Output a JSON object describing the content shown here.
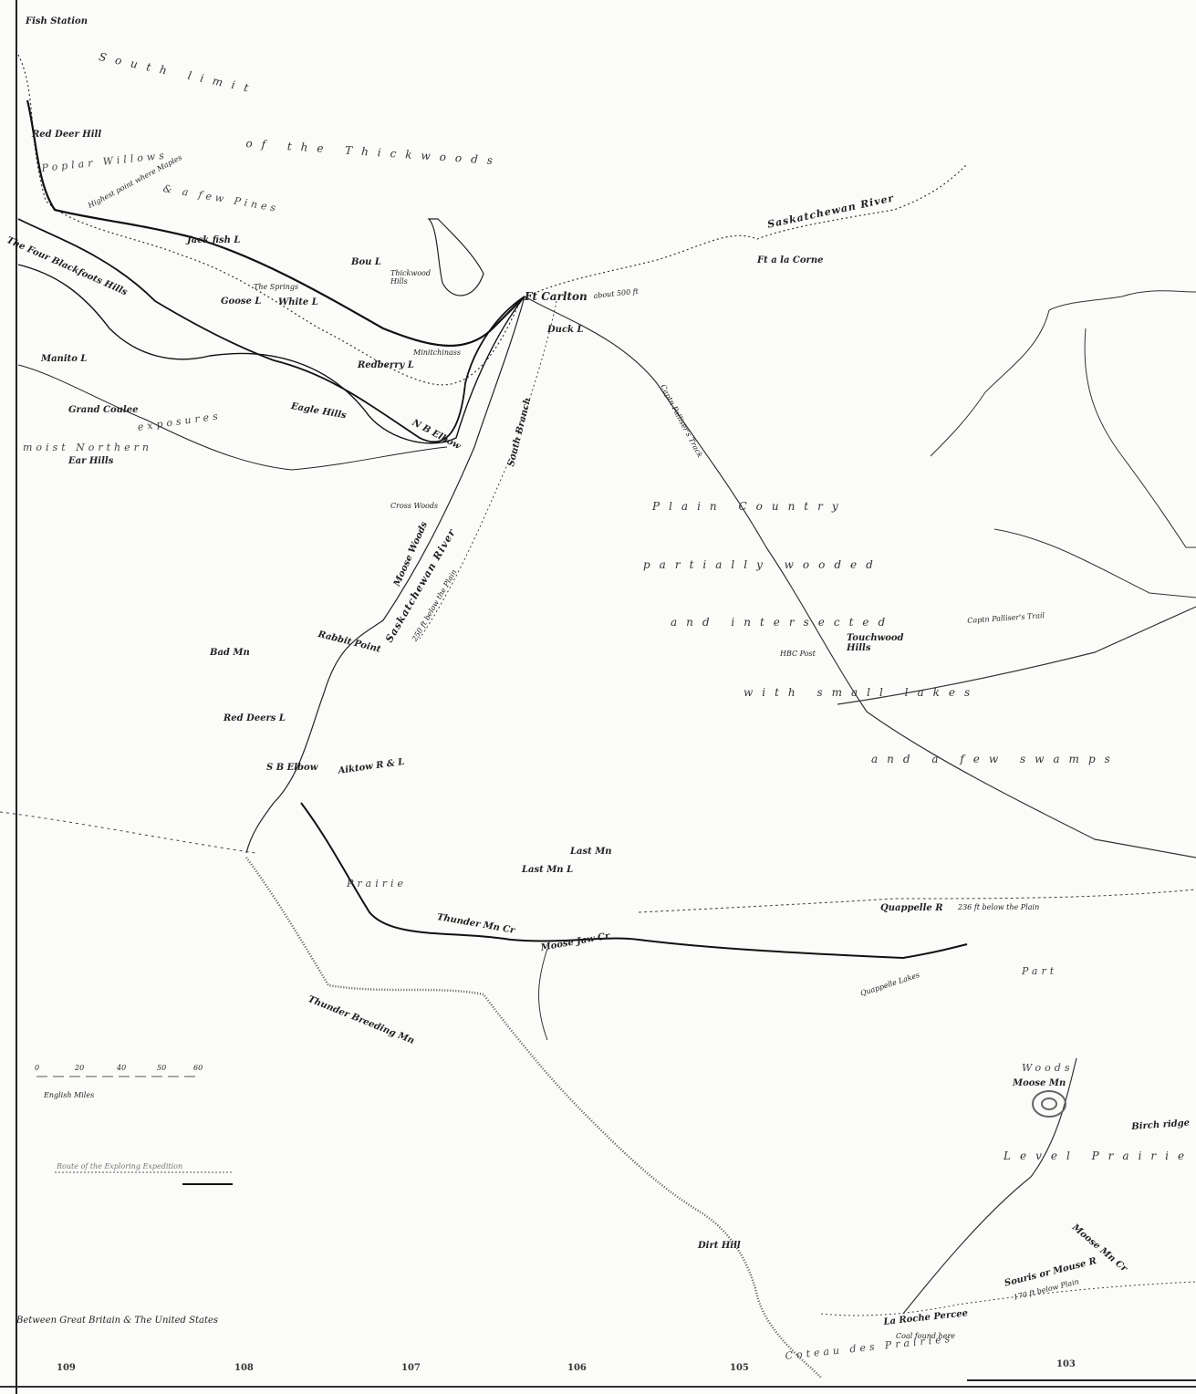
{
  "labels": {
    "fish_station": "Fish Station",
    "south_limit": "South limit",
    "of_the_thickwoods": "of the Thickwoods",
    "red_deer_hill": "Red Deer Hill",
    "poplar_willows": "Poplar Willows",
    "few_pines": "& a few Pines",
    "highest_point_maples": "Highest point where Maples",
    "four_blackfoot_hills": "The Four Blackfoots Hills",
    "fish_lake": "Jack fish L",
    "bou_l": "Bou L",
    "the_springs": "The Springs",
    "goose_l": "Goose L",
    "white_l": "White L",
    "thickwood_hills": "Thickwood Hills",
    "saskatchewan_river_north": "Saskatchewan River",
    "ft_la_corne": "Ft a la Corne",
    "ft_carlton": "Ft Carlton",
    "carlton_alt": "about 500 ft",
    "duck_l": "Duck L",
    "minitchinass": "Minitchinass",
    "redberry_l": "Redberry L",
    "manito_l": "Manito L",
    "eagle_hills": "Eagle Hills",
    "n_b_elbow": "N B Elbow",
    "grand_coulee": "Grand Coulee",
    "moist_northern": "moist Northern",
    "ear_hills": "Ear Hills",
    "exposures": "exposures",
    "palliser_track": "Captn Palliser's Track",
    "plain_country": "Plain Country",
    "partially_wooded": "partially wooded",
    "intersected": "and intersected",
    "small_lakes": "with small lakes",
    "few_swamps": "and a few swamps",
    "touchwood_hills": "Touchwood Hills",
    "hbc_post": "HBC Post",
    "palliser_trail": "Captn Palliser's Trail",
    "south_branch": "South Branch",
    "cross_woods": "Cross Woods",
    "moose_woods": "Moose Woods",
    "saskatchewan_river_south": "Saskatchewan River",
    "below_plain": "250 ft below the Plain",
    "rabbit_point": "Rabbit Point",
    "bad_mn": "Bad Mn",
    "red_deers_l": "Red Deers L",
    "s_b_elbow": "S B Elbow",
    "aiktow_r": "Aiktow R & L",
    "last_mn": "Last Mn",
    "last_mn_l": "Last Mn L",
    "prairie": "Prairie",
    "thunder_mn_cr": "Thunder Mn Cr",
    "thunder_breeding": "Thunder Breeding Mn",
    "moose_jaw": "Moose Jaw Cr",
    "quappelle_r": "Quappelle R",
    "below_plain_2": "236 ft below the Plain",
    "quappelle_lakes": "Quappelle Lakes",
    "woods": "Woods",
    "moose_mn": "Moose Mn",
    "level_prairie": "Level Prairie",
    "souris": "Souris or Mouse R",
    "souris_below": "170 ft below Plain",
    "roche_percee": "La Roche Percee",
    "coal_found": "Coal found here",
    "dirt_hill": "Dirt Hill",
    "coteau": "Coteau des Prairies",
    "boundary": "Between Great Britain & The United States",
    "scale_label": "English Miles",
    "scale_ticks": [
      "0",
      "20",
      "40",
      "50",
      "60"
    ],
    "legend_line": "Route of the Exploring Expedition",
    "partial": "Part",
    "moose_mn_cr": "Moose Mn Cr",
    "birch_ridge": "Birch ridge"
  },
  "longitudes": [
    "109",
    "108",
    "107",
    "106",
    "105",
    "103"
  ]
}
